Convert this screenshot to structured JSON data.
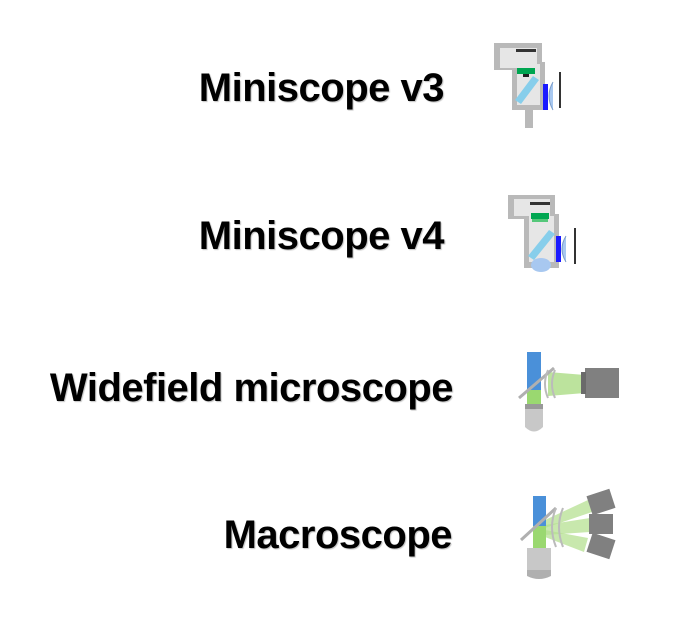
{
  "items": [
    {
      "label": "Miniscope v3",
      "icon": "miniscope-v3-icon"
    },
    {
      "label": "Miniscope v4",
      "icon": "miniscope-v4-icon"
    },
    {
      "label": "Widefield microscope",
      "icon": "widefield-microscope-icon"
    },
    {
      "label": "Macroscope",
      "icon": "macroscope-icon"
    }
  ],
  "colors": {
    "housing": "#b9b9b9",
    "camera": "#808080",
    "dichroic": "#87ceeb",
    "emission_filter": "#00a651",
    "excitation": "#1a1aff",
    "objective_blue": "#4a90d9",
    "light_path": "#9ad870"
  }
}
